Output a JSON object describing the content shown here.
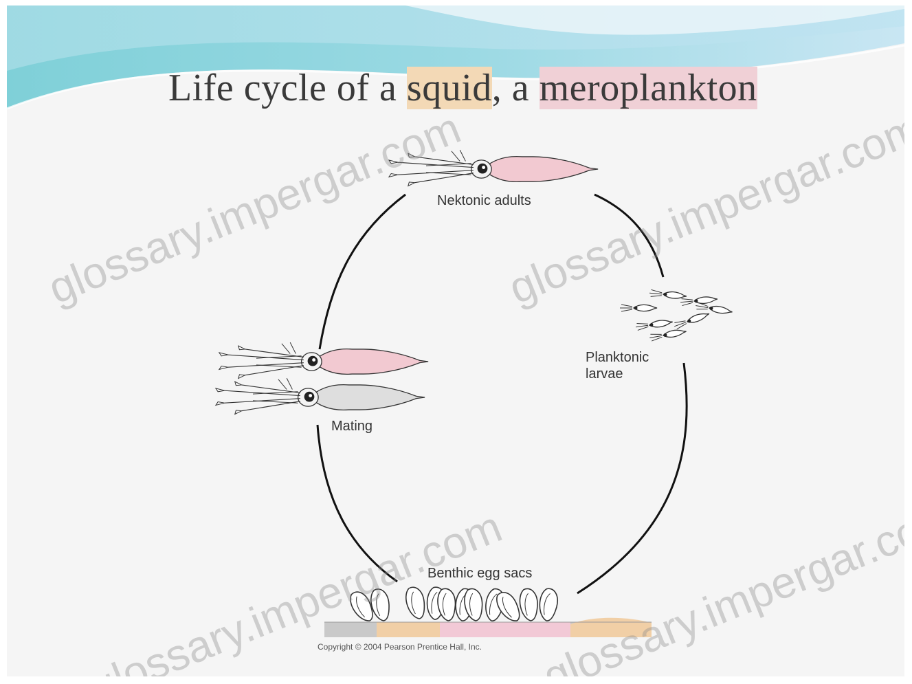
{
  "slide": {
    "title_parts": [
      "Life cycle of a ",
      "squid",
      ", a ",
      "meroplankton"
    ],
    "highlight_colors": {
      "squid": "#f3d9b6",
      "meroplankton": "#f0d0d6"
    }
  },
  "diagram": {
    "stages": {
      "nektonic_adults": "Nektonic adults",
      "planktonic_larvae_line1": "Planktonic",
      "planktonic_larvae_line2": "larvae",
      "benthic_egg_sacs": "Benthic egg sacs",
      "mating": "Mating"
    },
    "copyright": "Copyright © 2004 Pearson Prentice Hall, Inc.",
    "colors": {
      "squid_pink": "#f2c9d1",
      "squid_gray": "#dedede",
      "seafloor_tan": "#f1cfa6",
      "seafloor_pink": "#f2c9d6"
    }
  },
  "watermark": "glossary.impergar.com"
}
